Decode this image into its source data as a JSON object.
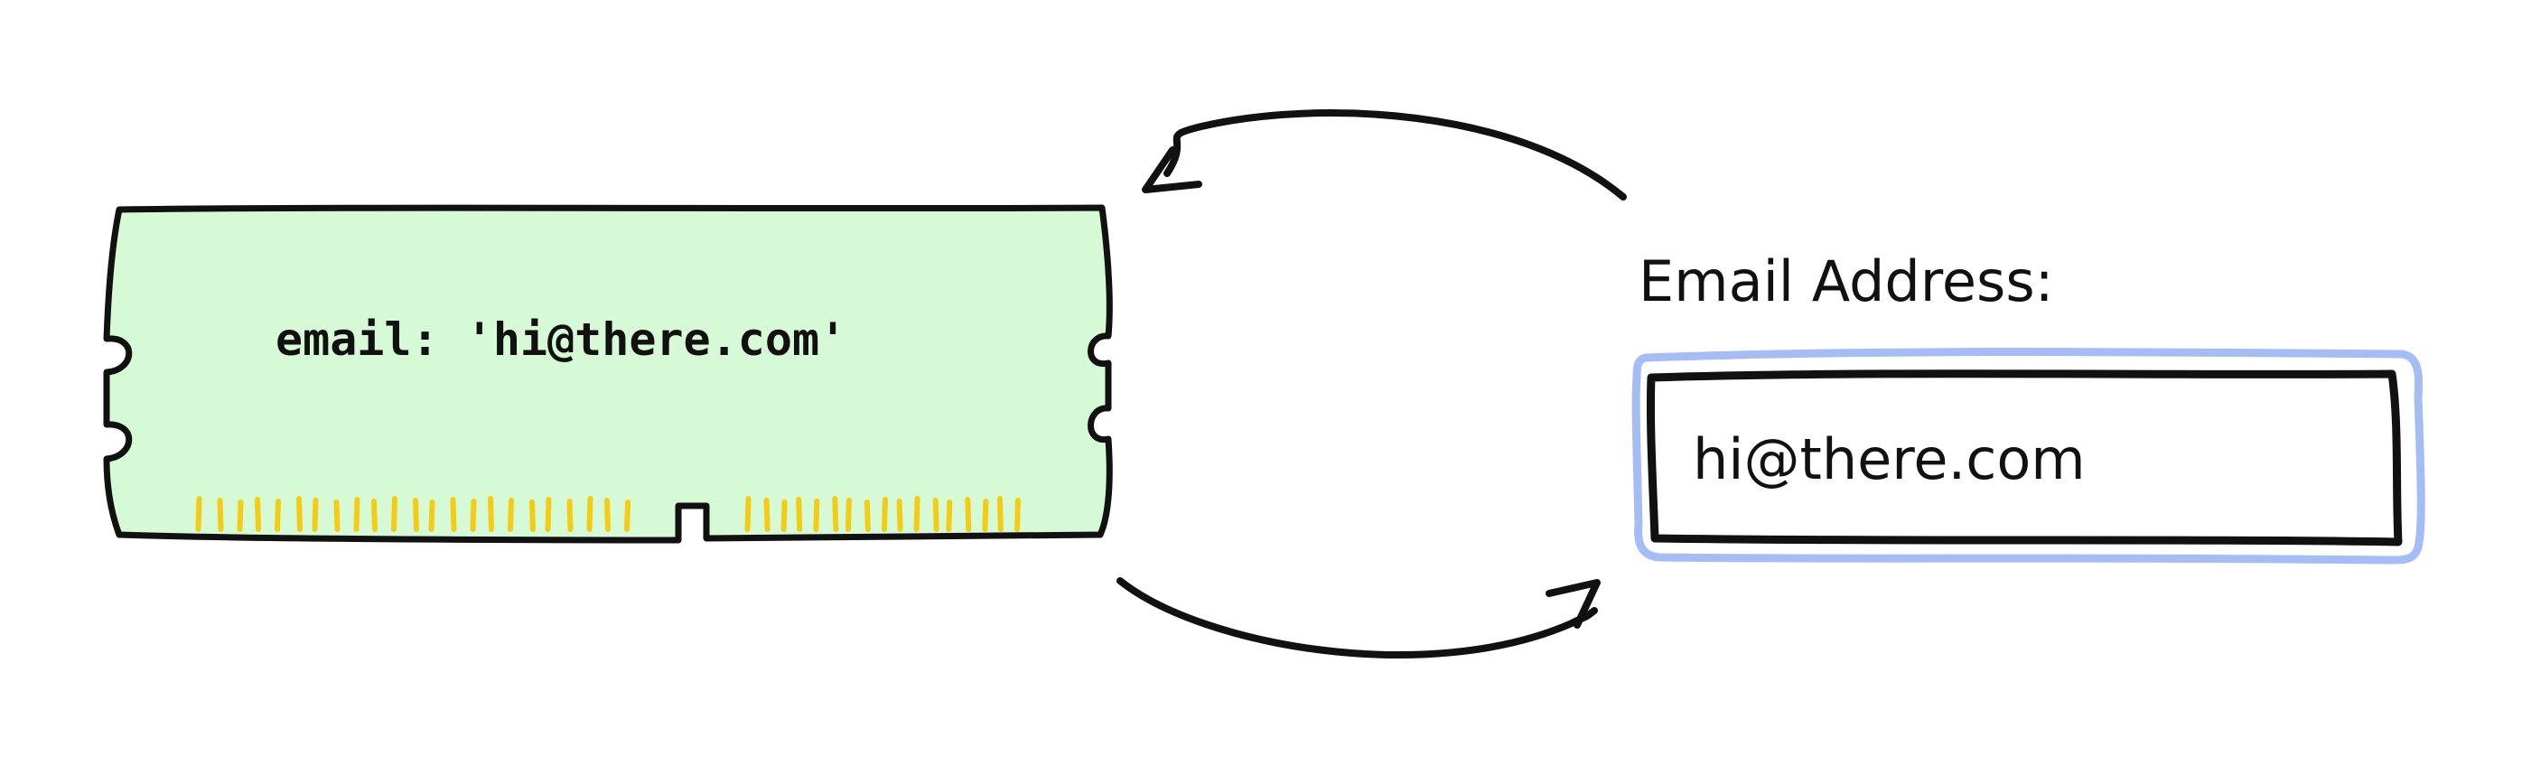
{
  "state_chip": {
    "text": "email: 'hi@there.com'",
    "fill_color": "#d6f9d6",
    "pin_color": "#f5cc14"
  },
  "form": {
    "label": "Email Address:",
    "input_value": "hi@there.com",
    "focus_ring_color": "#a4bdf4"
  },
  "arrows": {
    "top": "input-to-state",
    "bottom": "state-to-input"
  }
}
